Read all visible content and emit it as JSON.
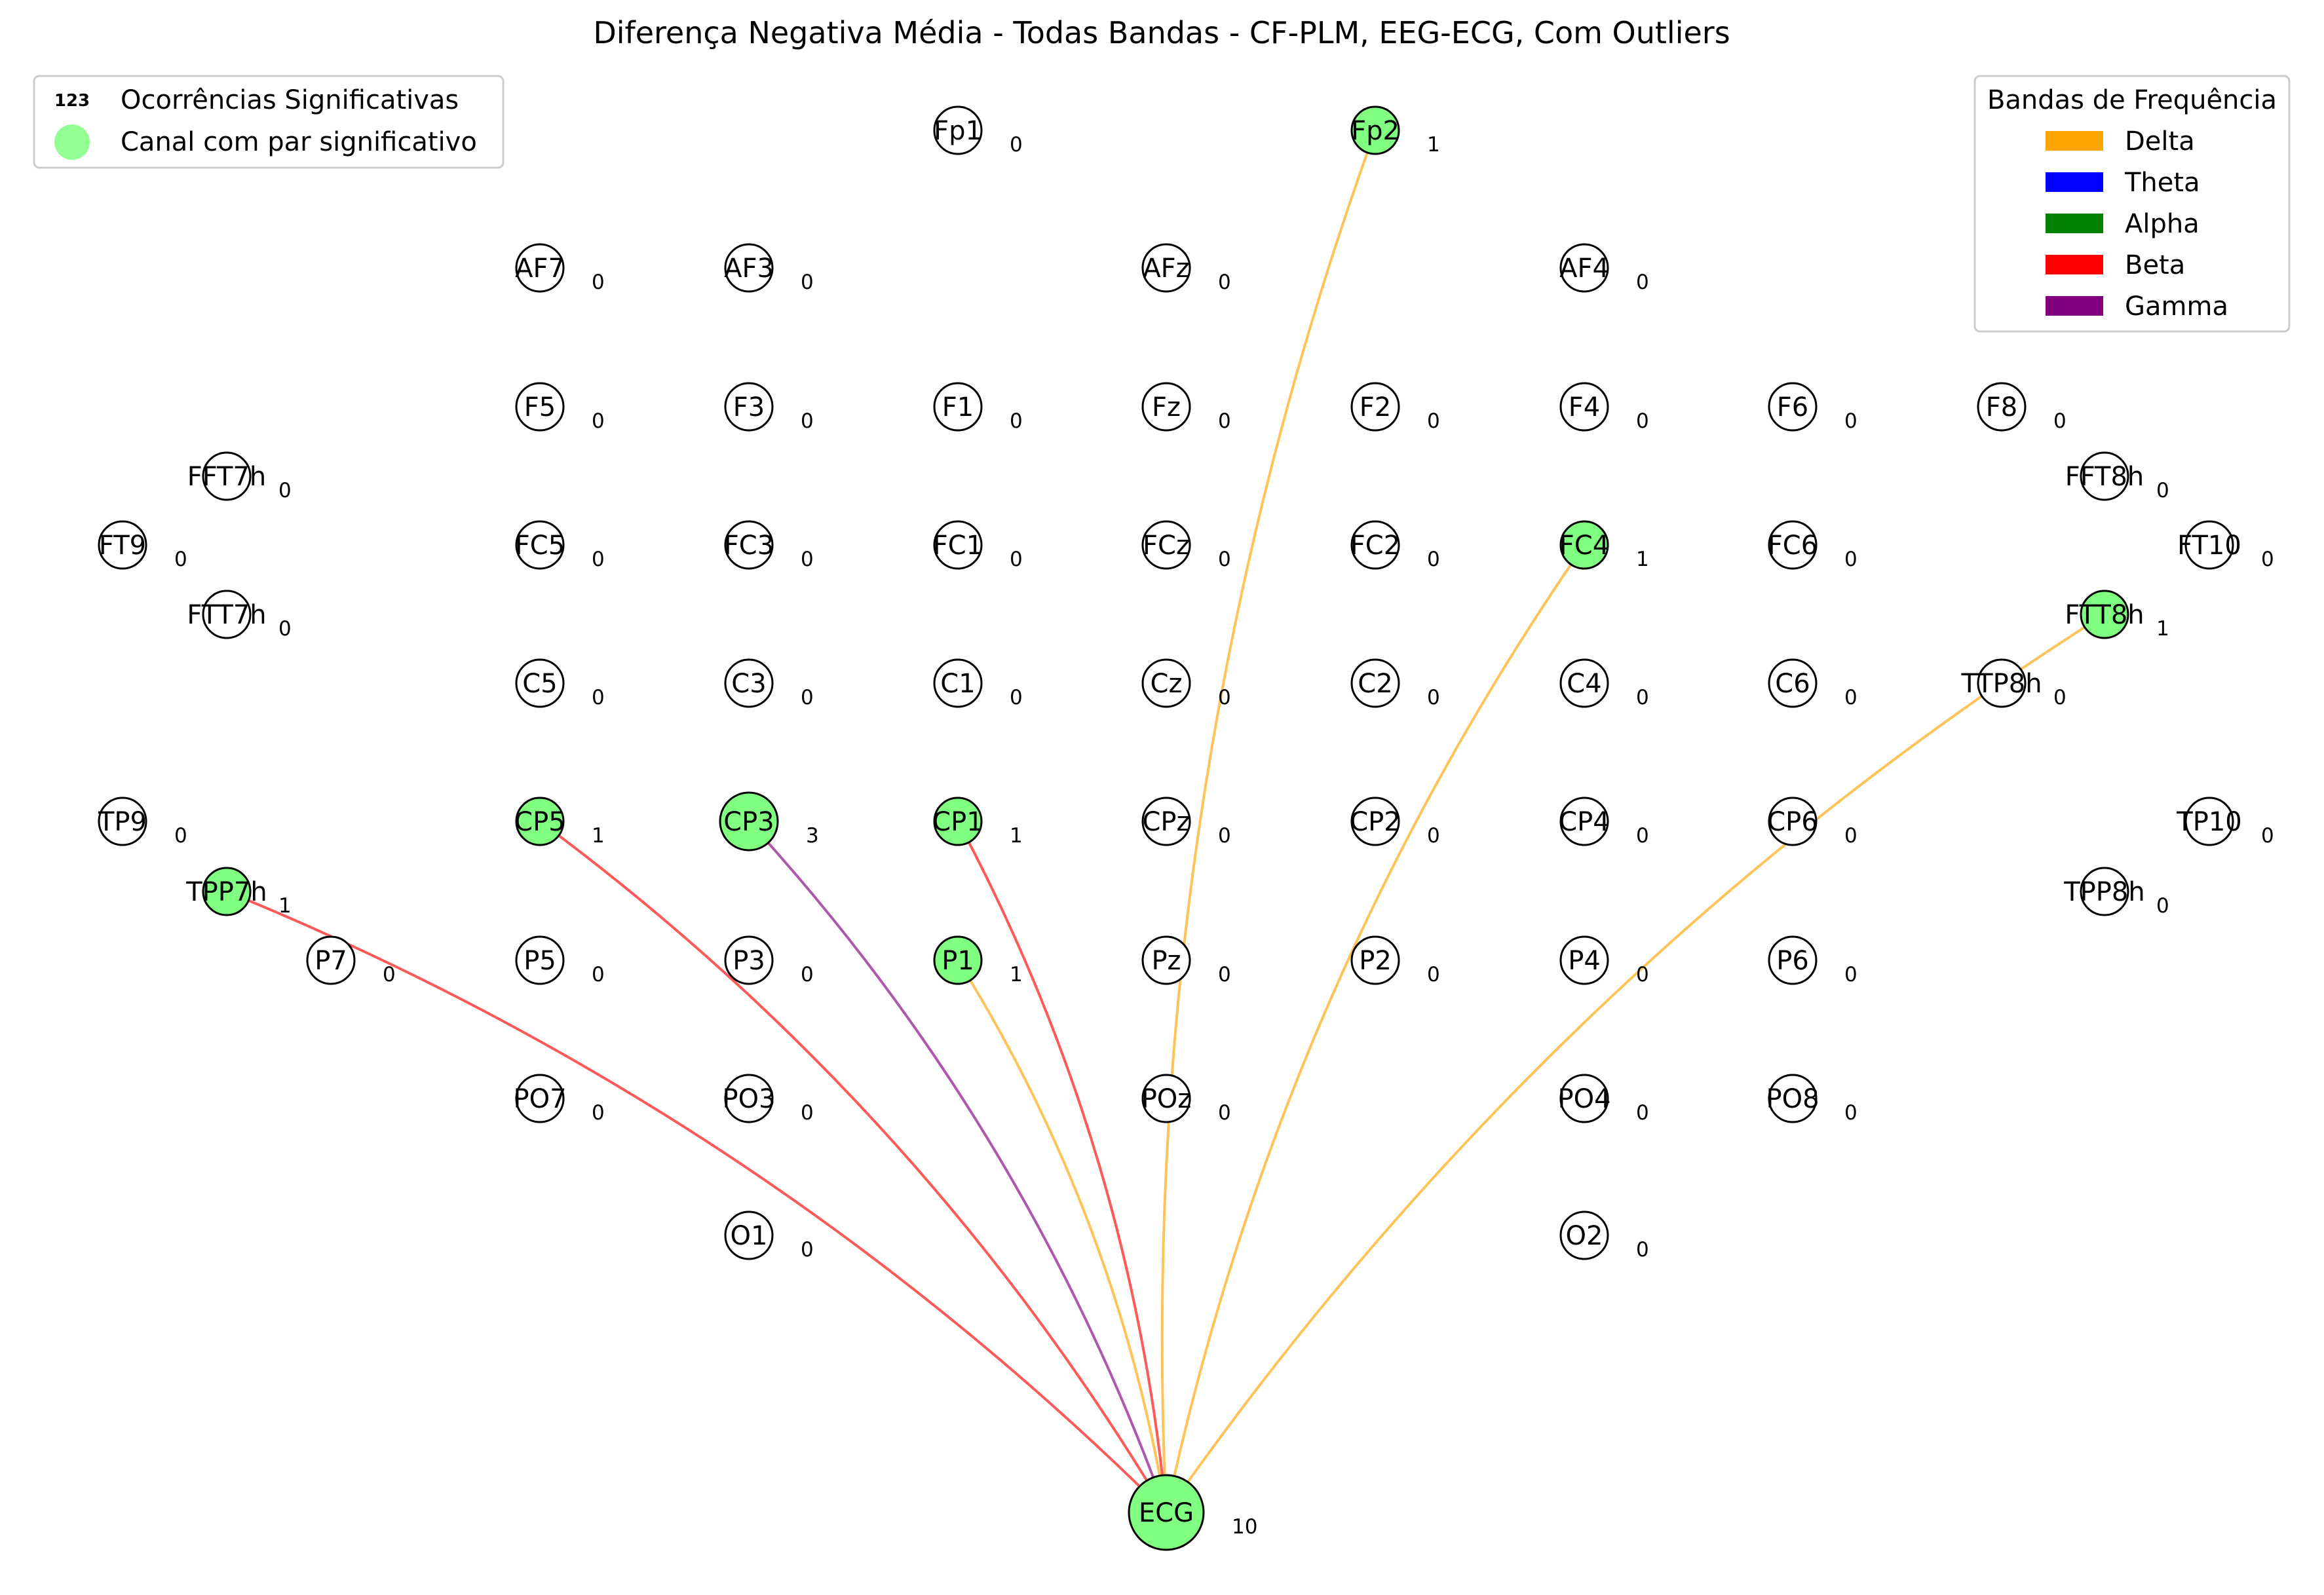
{
  "title": "Diferença Negativa Média - Todas Bandas - CF-PLM, EEG-ECG, Com Outliers",
  "legend_left": {
    "marker_text": "123",
    "occurrences_label": "Ocorrências Significativas",
    "significant_label": "Canal com par significativo"
  },
  "legend_right": {
    "title": "Bandas de Frequência",
    "bands": [
      {
        "name": "Delta",
        "color": "#ffa500"
      },
      {
        "name": "Theta",
        "color": "#0000ff"
      },
      {
        "name": "Alpha",
        "color": "#008000"
      },
      {
        "name": "Beta",
        "color": "#ff0000"
      },
      {
        "name": "Gamma",
        "color": "#800080"
      }
    ]
  },
  "colors": {
    "significant_fill": "#80ff80",
    "node_fill": "#ffffff",
    "node_stroke": "#000000"
  },
  "nodes": [
    {
      "id": "Fp1",
      "count": 0
    },
    {
      "id": "Fp2",
      "count": 1
    },
    {
      "id": "AF7",
      "count": 0
    },
    {
      "id": "AF3",
      "count": 0
    },
    {
      "id": "AFz",
      "count": 0
    },
    {
      "id": "AF4",
      "count": 0
    },
    {
      "id": "F5",
      "count": 0
    },
    {
      "id": "F3",
      "count": 0
    },
    {
      "id": "F1",
      "count": 0
    },
    {
      "id": "Fz",
      "count": 0
    },
    {
      "id": "F2",
      "count": 0
    },
    {
      "id": "F4",
      "count": 0
    },
    {
      "id": "F6",
      "count": 0
    },
    {
      "id": "F8",
      "count": 0
    },
    {
      "id": "FFT7h",
      "count": 0
    },
    {
      "id": "FFT8h",
      "count": 0
    },
    {
      "id": "FT9",
      "count": 0
    },
    {
      "id": "FC5",
      "count": 0
    },
    {
      "id": "FC3",
      "count": 0
    },
    {
      "id": "FC1",
      "count": 0
    },
    {
      "id": "FCz",
      "count": 0
    },
    {
      "id": "FC2",
      "count": 0
    },
    {
      "id": "FC4",
      "count": 1
    },
    {
      "id": "FC6",
      "count": 0
    },
    {
      "id": "FT10",
      "count": 0
    },
    {
      "id": "FTT7h",
      "count": 0
    },
    {
      "id": "FTT8h",
      "count": 1
    },
    {
      "id": "C5",
      "count": 0
    },
    {
      "id": "C3",
      "count": 0
    },
    {
      "id": "C1",
      "count": 0
    },
    {
      "id": "Cz",
      "count": 0
    },
    {
      "id": "C2",
      "count": 0
    },
    {
      "id": "C4",
      "count": 0
    },
    {
      "id": "C6",
      "count": 0
    },
    {
      "id": "TTP8h",
      "count": 0
    },
    {
      "id": "TP9",
      "count": 0
    },
    {
      "id": "CP5",
      "count": 1
    },
    {
      "id": "CP3",
      "count": 3
    },
    {
      "id": "CP1",
      "count": 1
    },
    {
      "id": "CPz",
      "count": 0
    },
    {
      "id": "CP2",
      "count": 0
    },
    {
      "id": "CP4",
      "count": 0
    },
    {
      "id": "CP6",
      "count": 0
    },
    {
      "id": "TP10",
      "count": 0
    },
    {
      "id": "TPP7h",
      "count": 1
    },
    {
      "id": "TPP8h",
      "count": 0
    },
    {
      "id": "P7",
      "count": 0
    },
    {
      "id": "P5",
      "count": 0
    },
    {
      "id": "P3",
      "count": 0
    },
    {
      "id": "P1",
      "count": 1
    },
    {
      "id": "Pz",
      "count": 0
    },
    {
      "id": "P2",
      "count": 0
    },
    {
      "id": "P4",
      "count": 0
    },
    {
      "id": "P6",
      "count": 0
    },
    {
      "id": "PO7",
      "count": 0
    },
    {
      "id": "PO3",
      "count": 0
    },
    {
      "id": "POz",
      "count": 0
    },
    {
      "id": "PO4",
      "count": 0
    },
    {
      "id": "PO8",
      "count": 0
    },
    {
      "id": "O1",
      "count": 0
    },
    {
      "id": "O2",
      "count": 0
    },
    {
      "id": "ECG",
      "count": 10
    }
  ],
  "edges": [
    {
      "from": "ECG",
      "to": "TPP7h",
      "band": "Beta"
    },
    {
      "from": "ECG",
      "to": "CP5",
      "band": "Beta"
    },
    {
      "from": "ECG",
      "to": "CP3",
      "band": "Gamma"
    },
    {
      "from": "ECG",
      "to": "CP1",
      "band": "Beta"
    },
    {
      "from": "ECG",
      "to": "P1",
      "band": "Delta"
    },
    {
      "from": "ECG",
      "to": "Fp2",
      "band": "Delta"
    },
    {
      "from": "ECG",
      "to": "FC4",
      "band": "Delta"
    },
    {
      "from": "ECG",
      "to": "FTT8h",
      "band": "Delta"
    }
  ]
}
